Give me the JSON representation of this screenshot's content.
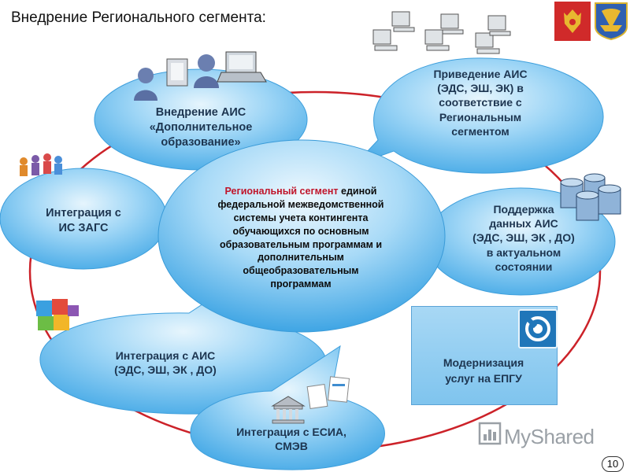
{
  "title": "Внедрение Регионального сегмента:",
  "center": {
    "highlight": "Региональный сегмент",
    "lines": [
      "единой",
      "федеральной межведомственной",
      "системы учета контингента",
      "обучающихся по основным",
      "образовательным программам и",
      "дополнительным",
      "общеобразовательным",
      "программам"
    ]
  },
  "bubbles": {
    "dop_obr": [
      "Внедрение АИС",
      "«Дополнительное",
      "образование»"
    ],
    "privedenie": [
      "Приведение АИС",
      "(ЭДС, ЭШ, ЭК) в",
      "соответствие с",
      "Региональным",
      "сегментом"
    ],
    "zags": [
      "Интеграция с",
      "ИС ЗАГС"
    ],
    "podderzhka": [
      "Поддержка",
      "данных АИС",
      "(ЭДС, ЭШ, ЭК , ДО)",
      "в актуальном",
      "состоянии"
    ],
    "integr_ais": [
      "Интеграция с АИС",
      "(ЭДС, ЭШ, ЭК , ДО)"
    ],
    "esia": [
      "Интеграция с ЕСИА,",
      "СМЭВ"
    ]
  },
  "epgu_box": [
    "Модернизация",
    "услуг на ЕПГУ"
  ],
  "watermark": "MyShared",
  "page_number": "10",
  "colors": {
    "bubble_fill": "#58b6ec",
    "bubble_light": "#cfeafb",
    "ring": "#cc2229",
    "center_highlight": "#c0152a"
  }
}
